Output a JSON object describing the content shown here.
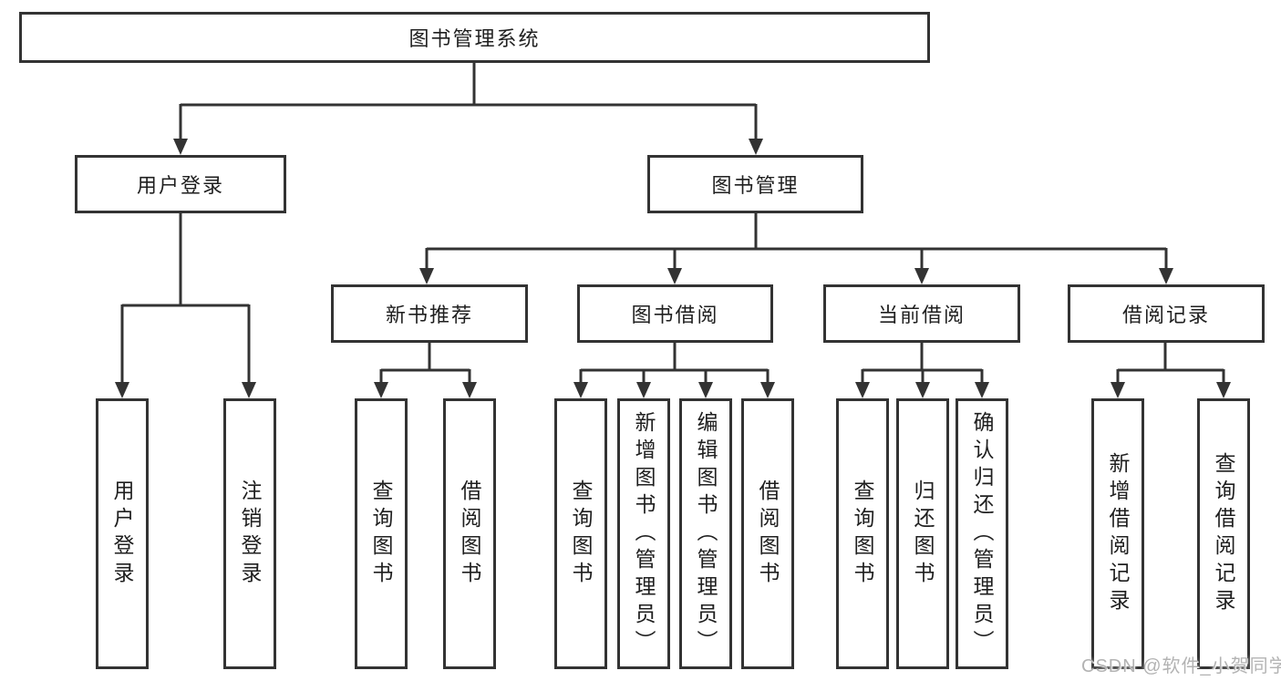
{
  "diagram": {
    "root": {
      "label": "图书管理系统"
    },
    "level2": [
      {
        "label": "用户登录"
      },
      {
        "label": "图书管理"
      }
    ],
    "level3": [
      {
        "label": "新书推荐"
      },
      {
        "label": "图书借阅"
      },
      {
        "label": "当前借阅"
      },
      {
        "label": "借阅记录"
      }
    ],
    "leaves": [
      {
        "label": "用户登录"
      },
      {
        "label": "注销登录"
      },
      {
        "label": "查询图书"
      },
      {
        "label": "借阅图书"
      },
      {
        "label": "查询图书"
      },
      {
        "label": "新增图书（管理员）"
      },
      {
        "label": "编辑图书（管理员）"
      },
      {
        "label": "借阅图书"
      },
      {
        "label": "查询图书"
      },
      {
        "label": "归还图书"
      },
      {
        "label": "确认归还（管理员）"
      },
      {
        "label": "新增借阅记录"
      },
      {
        "label": "查询借阅记录"
      }
    ],
    "colors": {
      "line": "#333333",
      "text": "#1f1f1f",
      "watermark": "#b3b3b3",
      "background": "#ffffff"
    },
    "watermark": {
      "text": "CSDN @软件_小贺同学"
    }
  }
}
